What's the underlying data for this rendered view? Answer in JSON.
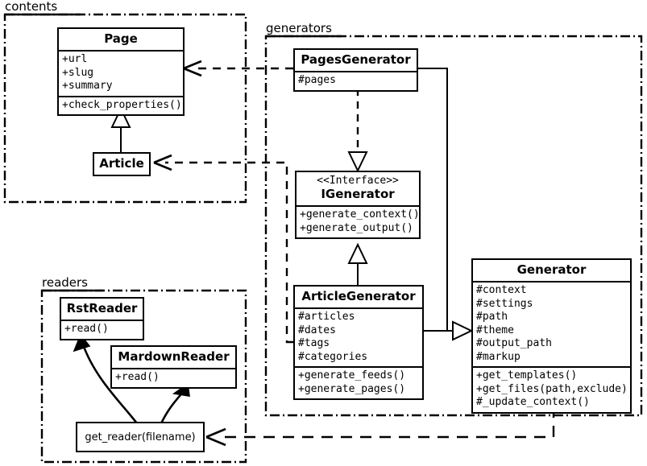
{
  "diagram": {
    "type": "uml-class-diagram",
    "packages": [
      {
        "id": "contents",
        "label": "contents"
      },
      {
        "id": "generators",
        "label": "generators"
      },
      {
        "id": "readers",
        "label": "readers"
      }
    ],
    "classes": [
      {
        "id": "page",
        "name": "Page",
        "stereotype": "",
        "attributes": [
          "+url",
          "+slug",
          "+summary"
        ],
        "operations": [
          "+check_properties()"
        ],
        "package": "contents"
      },
      {
        "id": "article",
        "name": "Article",
        "stereotype": "",
        "attributes": [],
        "operations": [],
        "package": "contents"
      },
      {
        "id": "pages-generator",
        "name": "PagesGenerator",
        "stereotype": "",
        "attributes": [
          "#pages"
        ],
        "operations": [],
        "package": "generators"
      },
      {
        "id": "igenerator",
        "name": "IGenerator",
        "stereotype": "<<Interface>>",
        "attributes": [],
        "operations": [
          "+generate_context()",
          "+generate_output()"
        ],
        "package": "generators"
      },
      {
        "id": "article-generator",
        "name": "ArticleGenerator",
        "stereotype": "",
        "attributes": [
          "#articles",
          "#dates",
          "#tags",
          "#categories"
        ],
        "operations": [
          "+generate_feeds()",
          "+generate_pages()"
        ],
        "package": "generators"
      },
      {
        "id": "generator",
        "name": "Generator",
        "stereotype": "",
        "attributes": [
          "#context",
          "#settings",
          "#path",
          "#theme",
          "#output_path",
          "#markup"
        ],
        "operations": [
          "+get_templates()",
          "+get_files(path,exclude)",
          "#_update_context()"
        ],
        "package": "generators"
      },
      {
        "id": "rst-reader",
        "name": "RstReader",
        "stereotype": "",
        "attributes": [],
        "operations": [
          "+read()"
        ],
        "package": "readers"
      },
      {
        "id": "mardown-reader",
        "name": "MardownReader",
        "stereotype": "",
        "attributes": [],
        "operations": [
          "+read()"
        ],
        "package": "readers"
      }
    ],
    "functions": [
      {
        "id": "get-reader",
        "label": "get_reader(filename)",
        "package": "readers"
      }
    ],
    "relations": [
      {
        "from": "article",
        "to": "page",
        "kind": "generalization"
      },
      {
        "from": "pages-generator",
        "to": "igenerator",
        "kind": "realization"
      },
      {
        "from": "article-generator",
        "to": "igenerator",
        "kind": "generalization"
      },
      {
        "from": "pages-generator",
        "to": "generator",
        "kind": "generalization"
      },
      {
        "from": "article-generator",
        "to": "generator",
        "kind": "generalization"
      },
      {
        "from": "pages-generator",
        "to": "page",
        "kind": "dependency"
      },
      {
        "from": "article-generator",
        "to": "article",
        "kind": "dependency"
      },
      {
        "from": "generator",
        "to": "get-reader",
        "kind": "dependency"
      },
      {
        "from": "get-reader",
        "to": "rst-reader",
        "kind": "dependency"
      },
      {
        "from": "get-reader",
        "to": "mardown-reader",
        "kind": "dependency"
      }
    ],
    "colors": {
      "stroke": "#000000",
      "fill": "#ffffff"
    }
  }
}
